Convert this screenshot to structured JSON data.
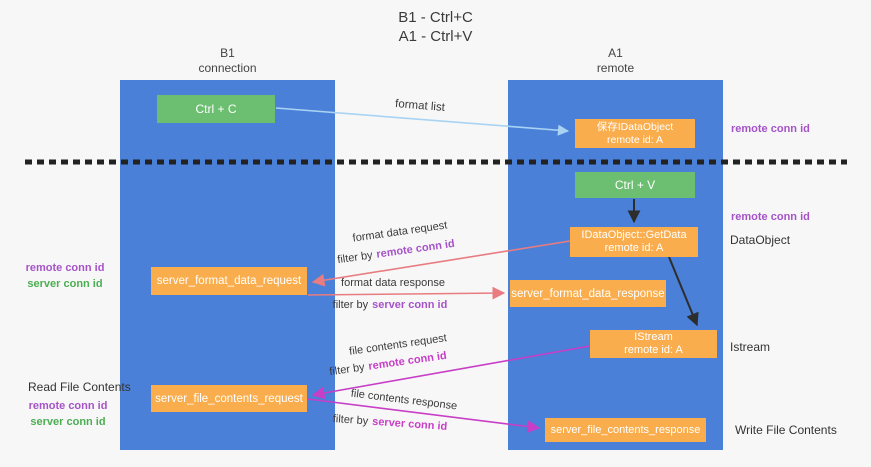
{
  "title": {
    "line1": "B1 - Ctrl+C",
    "line2": "A1 - Ctrl+V"
  },
  "lanes": {
    "left": {
      "title": "B1",
      "subtitle": "connection"
    },
    "right": {
      "title": "A1",
      "subtitle": "remote"
    }
  },
  "nodes": {
    "ctrl_c": {
      "label": "Ctrl + C"
    },
    "ctrl_v": {
      "label": "Ctrl + V"
    },
    "save_dataobject": {
      "line1": "保存IDataObject",
      "line2": "remote id: A"
    },
    "getdata": {
      "line1": "IDataObject::GetData",
      "line2": "remote id: A"
    },
    "istream": {
      "line1": "IStream",
      "line2": "remote id: A"
    },
    "format_request": {
      "label": "server_format_data_request"
    },
    "format_response": {
      "label": "server_format_data_response"
    },
    "file_request": {
      "label": "server_file_contents_request"
    },
    "file_response": {
      "label": "server_file_contents_response"
    }
  },
  "edge_labels": {
    "format_list": "format list",
    "format_data_request": "format data request",
    "format_data_response": "format data response",
    "file_contents_request": "file contents request",
    "file_contents_response": "file contents response",
    "filter_prefix": "filter by",
    "remote_conn_id": "remote conn id",
    "server_conn_id": "server conn id"
  },
  "margin_notes": {
    "right_top_remote_conn_id": "remote conn id",
    "right_mid_remote_conn_id": "remote conn id",
    "right_dataobject": "DataObject",
    "right_istream": "Istream",
    "right_write_file_contents": "Write File Contents",
    "left_format_remote_conn_id": "remote conn id",
    "left_format_server_conn_id": "server conn id",
    "left_read_file_contents": "Read File Contents",
    "left_file_remote_conn_id": "remote conn id",
    "left_file_server_conn_id": "server conn id"
  },
  "colors": {
    "bg": "#f7f7f8",
    "lane-blue": "#4a80d8",
    "node-orange": "#f9ad4d",
    "node-green": "#6cbf70",
    "text-dark": "#3a3a3a",
    "purple": "#a653c8",
    "green-text": "#4cae52",
    "magenta": "#c73ec7",
    "salmon": "#e87c80",
    "light-blue": "#a9d3f2",
    "arrow-black": "#2d2d2d",
    "dash-black": "#222222"
  }
}
